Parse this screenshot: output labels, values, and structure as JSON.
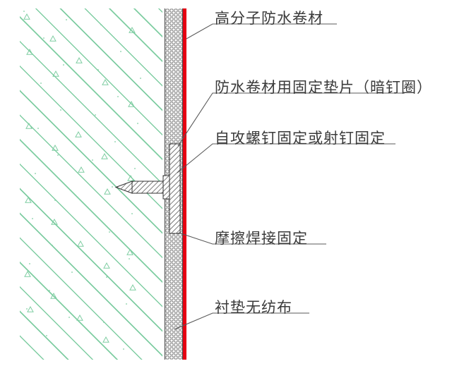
{
  "diagram": {
    "title_hint": "waterproof membrane fixing detail",
    "colors": {
      "hatch_green": "#7fcda2",
      "membrane_red": "#e60012",
      "linework_dark": "#3f3f3f",
      "leader_gray": "#5a5a5a",
      "foam_gray": "#8f8f8f",
      "text": "#3a3a3a",
      "background": "#ffffff"
    }
  },
  "labels": [
    {
      "id": "membrane",
      "text": "高分子防水卷材"
    },
    {
      "id": "gasket",
      "text": "防水卷材用固定垫片（暗钉圈）"
    },
    {
      "id": "screw",
      "text": "自攻螺钉固定或射钉固定"
    },
    {
      "id": "friction-weld",
      "text": "摩擦焊接固定"
    },
    {
      "id": "liner",
      "text": "衬垫无纺布"
    }
  ]
}
